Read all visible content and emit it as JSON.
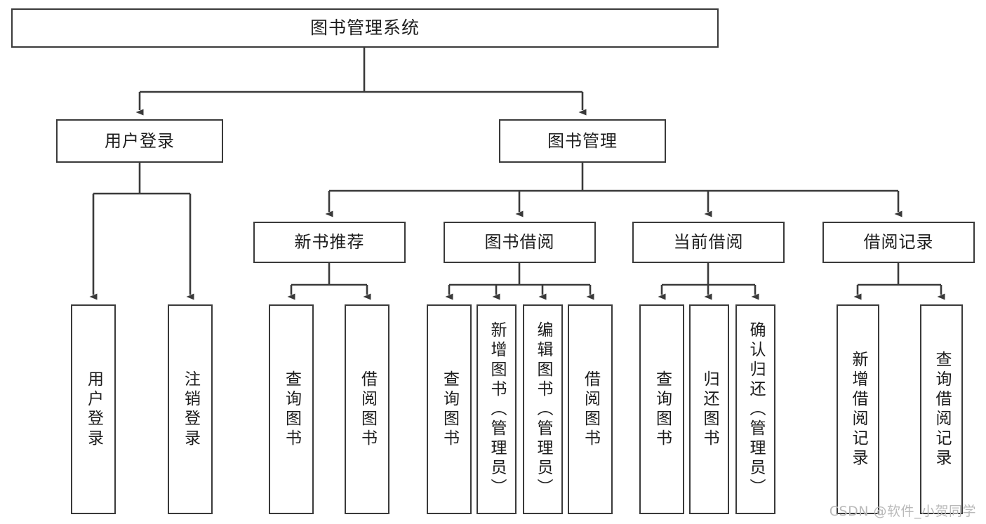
{
  "diagram": {
    "title": "图书管理系统",
    "type": "tree-hierarchy-chart",
    "watermark": "CSDN @软件_小贺同学",
    "colors": {
      "stroke": "#3a3a3a",
      "fill": "#ffffff",
      "text": "#1d1d1d",
      "watermark": "#b9b9b9"
    },
    "levels": {
      "root": {
        "label": "图书管理系统"
      },
      "level2": [
        {
          "id": "user-login",
          "label": "用户登录"
        },
        {
          "id": "book-manage",
          "label": "图书管理"
        }
      ],
      "level3": [
        {
          "id": "new-book-recommend",
          "label": "新书推荐"
        },
        {
          "id": "book-borrow",
          "label": "图书借阅"
        },
        {
          "id": "current-borrow",
          "label": "当前借阅"
        },
        {
          "id": "borrow-record",
          "label": "借阅记录"
        }
      ],
      "leaves": [
        {
          "id": "leaf-user-login",
          "label": "用户登录",
          "parent": "user-login"
        },
        {
          "id": "leaf-logout-login",
          "label": "注销登录",
          "parent": "user-login"
        },
        {
          "id": "leaf-query-book-1",
          "label": "查询图书",
          "parent": "new-book-recommend"
        },
        {
          "id": "leaf-borrow-book-1",
          "label": "借阅图书",
          "parent": "new-book-recommend"
        },
        {
          "id": "leaf-query-book-2",
          "label": "查询图书",
          "parent": "book-borrow"
        },
        {
          "id": "leaf-add-book",
          "label": "新增图书（管理员）",
          "parent": "book-borrow"
        },
        {
          "id": "leaf-edit-book",
          "label": "编辑图书（管理员）",
          "parent": "book-borrow"
        },
        {
          "id": "leaf-borrow-book-2",
          "label": "借阅图书",
          "parent": "book-borrow"
        },
        {
          "id": "leaf-query-book-3",
          "label": "查询图书",
          "parent": "current-borrow"
        },
        {
          "id": "leaf-return-book",
          "label": "归还图书",
          "parent": "current-borrow"
        },
        {
          "id": "leaf-confirm-return",
          "label": "确认归还（管理员）",
          "parent": "current-borrow"
        },
        {
          "id": "leaf-add-record",
          "label": "新增借阅记录",
          "parent": "borrow-record"
        },
        {
          "id": "leaf-query-record",
          "label": "查询借阅记录",
          "parent": "borrow-record"
        }
      ]
    }
  }
}
